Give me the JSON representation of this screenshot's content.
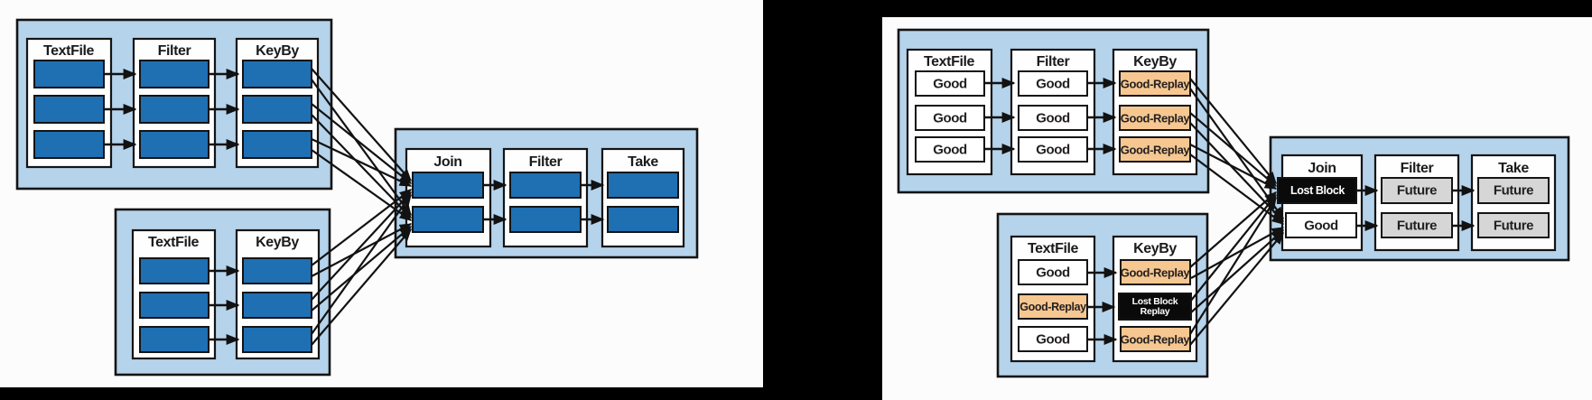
{
  "figure": {
    "left": {
      "source1": {
        "titles": [
          "TextFile",
          "Filter",
          "KeyBy"
        ]
      },
      "source2": {
        "titles": [
          "TextFile",
          "KeyBy"
        ]
      },
      "sink": {
        "titles": [
          "Join",
          "Filter",
          "Take"
        ]
      }
    },
    "right": {
      "source1": {
        "titles": [
          "TextFile",
          "Filter",
          "KeyBy"
        ],
        "textfile_cells": [
          {
            "label": "Good",
            "fill": "#ffffff",
            "ink": "#231f20"
          },
          {
            "label": "Good",
            "fill": "#ffffff",
            "ink": "#231f20"
          },
          {
            "label": "Good",
            "fill": "#ffffff",
            "ink": "#231f20"
          }
        ],
        "filter_cells": [
          {
            "label": "Good",
            "fill": "#ffffff",
            "ink": "#231f20"
          },
          {
            "label": "Good",
            "fill": "#ffffff",
            "ink": "#231f20"
          },
          {
            "label": "Good",
            "fill": "#ffffff",
            "ink": "#231f20"
          }
        ],
        "keyby_cells": [
          {
            "label": "Good-Replay",
            "fill": "#f6c791",
            "ink": "#231f20"
          },
          {
            "label": "Good-Replay",
            "fill": "#f6c791",
            "ink": "#231f20"
          },
          {
            "label": "Good-Replay",
            "fill": "#f6c791",
            "ink": "#231f20"
          }
        ]
      },
      "source2": {
        "titles": [
          "TextFile",
          "KeyBy"
        ],
        "textfile_cells": [
          {
            "label": "Good",
            "fill": "#ffffff",
            "ink": "#231f20"
          },
          {
            "label": "Good-Replay",
            "fill": "#f6c791",
            "ink": "#231f20"
          },
          {
            "label": "Good",
            "fill": "#ffffff",
            "ink": "#231f20"
          }
        ],
        "keyby_cells": [
          {
            "label": "Good-Replay",
            "fill": "#f6c791",
            "ink": "#231f20"
          },
          {
            "label": "Lost Block",
            "label2": "Replay",
            "fill": "#0a0a0a",
            "ink": "#ffffff"
          },
          {
            "label": "Good-Replay",
            "fill": "#f6c791",
            "ink": "#231f20"
          }
        ]
      },
      "sink": {
        "titles": [
          "Join",
          "Filter",
          "Take"
        ],
        "join_cells": [
          {
            "label": "Lost Block",
            "fill": "#0a0a0a",
            "ink": "#ffffff"
          },
          {
            "label": "Good",
            "fill": "#ffffff",
            "ink": "#231f20"
          }
        ],
        "filter_cells": [
          {
            "label": "Future",
            "fill": "#d6d6d6",
            "ink": "#231f20"
          },
          {
            "label": "Future",
            "fill": "#d6d6d6",
            "ink": "#231f20"
          }
        ],
        "take_cells": [
          {
            "label": "Future",
            "fill": "#d6d6d6",
            "ink": "#231f20"
          },
          {
            "label": "Future",
            "fill": "#d6d6d6",
            "ink": "#231f20"
          }
        ]
      }
    },
    "colors": {
      "canvas": "#000000",
      "page": "#fcfcfc",
      "panel_blue": "#b5d3eb",
      "block_blue": "#1f6fb3"
    }
  }
}
